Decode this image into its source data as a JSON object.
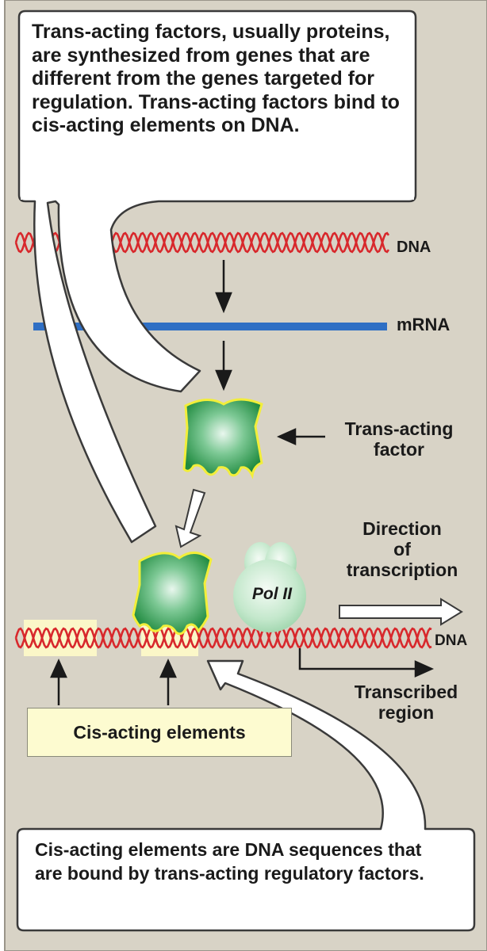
{
  "callouts": {
    "top": "Trans-acting factors, usually proteins, are synthesized from genes that are different from the genes targeted for regulation. Trans-acting factors bind to cis-acting elements on DNA.",
    "bottom": "Cis-acting elements are DNA sequences that are bound by trans-acting regulatory factors."
  },
  "labels": {
    "dna_top": "DNA",
    "mrna": "mRNA",
    "trans_acting_factor": [
      "Trans-acting",
      "factor"
    ],
    "direction": [
      "Direction",
      "of",
      "transcription"
    ],
    "dna_bottom": "DNA",
    "transcribed_region": [
      "Transcribed",
      "region"
    ],
    "cis_acting_elements": "Cis-acting elements",
    "pol": "Pol II"
  },
  "colors": {
    "background": "#d8d3c6",
    "dna": "#d8282c",
    "mrna": "#2f6fc4",
    "protein": "#2fa552",
    "protein_outline": "#f2ee3a",
    "pol": "#b9e3c3",
    "cis_highlight": "#fbf7c8"
  }
}
